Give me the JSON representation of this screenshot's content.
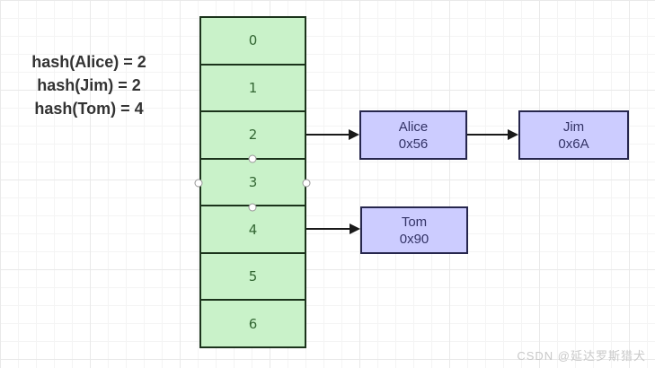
{
  "annotations": {
    "hash_lines": [
      "hash(Alice) = 2",
      "hash(Jim) = 2",
      "hash(Tom) = 4"
    ]
  },
  "hash_table": {
    "buckets": [
      "0",
      "1",
      "2",
      "3",
      "4",
      "5",
      "6"
    ],
    "selected_bucket": "3"
  },
  "nodes": {
    "alice": {
      "name": "Alice",
      "address": "0x56"
    },
    "jim": {
      "name": "Jim",
      "address": "0x6A"
    },
    "tom": {
      "name": "Tom",
      "address": "0x90"
    }
  },
  "watermark": "CSDN @延达罗斯猎犬",
  "colors": {
    "bucket_fill": "#c9f2c9",
    "bucket_border": "#1b331b",
    "bucket_text": "#336633",
    "node_fill": "#ccccff",
    "node_border": "#26264d",
    "node_text": "#333366",
    "arrow": "#1a1a1a",
    "annotation_text": "#333333",
    "watermark_text": "#c9c9c9"
  }
}
